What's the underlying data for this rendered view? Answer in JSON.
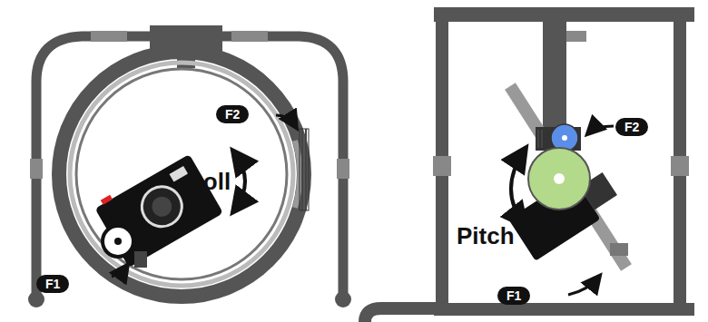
{
  "diagram": {
    "labels": [
      "F2",
      "Roll",
      "F1",
      "F2",
      "Pitch",
      "F1"
    ]
  }
}
